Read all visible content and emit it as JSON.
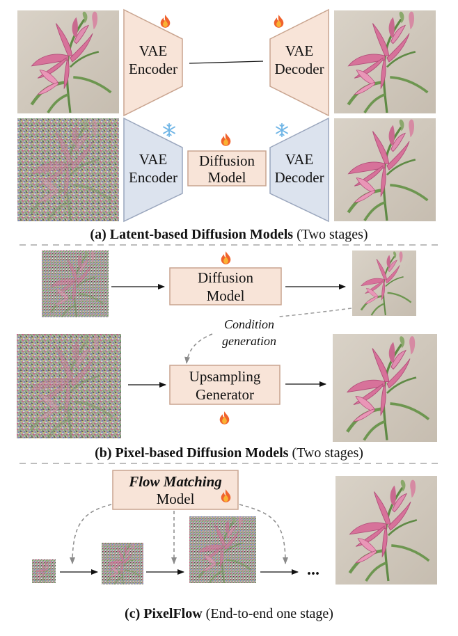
{
  "colors": {
    "peach_fill": "#f8e4d8",
    "peach_stroke": "#c9a48f",
    "blue_fill": "#dce3ee",
    "blue_stroke": "#9aa6bd",
    "background": "#ffffff"
  },
  "section_a": {
    "row1": {
      "encoder": {
        "line1": "VAE",
        "line2": "Encoder"
      },
      "decoder": {
        "line1": "VAE",
        "line2": "Decoder"
      },
      "encoder_icon": "fire-icon",
      "decoder_icon": "fire-icon"
    },
    "row2": {
      "encoder": {
        "line1": "VAE",
        "line2": "Encoder"
      },
      "diffusion": {
        "line1": "Diffusion",
        "line2": "Model"
      },
      "decoder": {
        "line1": "VAE",
        "line2": "Decoder"
      },
      "encoder_icon": "snowflake-icon",
      "diffusion_icon": "fire-icon",
      "decoder_icon": "snowflake-icon"
    },
    "caption": {
      "bold": "(a) Latent-based Diffusion Models",
      "normal": " (Two stages)"
    }
  },
  "section_b": {
    "diffusion": {
      "line1": "Diffusion",
      "line2": "Model"
    },
    "condition": {
      "line1": "Condition",
      "line2": "generation"
    },
    "upsampler": {
      "line1": "Upsampling",
      "line2": "Generator"
    },
    "diffusion_icon": "fire-icon",
    "upsampler_icon": "fire-icon",
    "caption": {
      "bold": "(b) Pixel-based Diffusion Models",
      "normal": " (Two stages)"
    }
  },
  "section_c": {
    "model": {
      "line1": "Flow Matching",
      "line2": "Model"
    },
    "model_icon": "fire-icon",
    "ellipsis": "...",
    "caption": {
      "bold": "(c) PixelFlow",
      "normal": " (End-to-end one stage)"
    }
  }
}
